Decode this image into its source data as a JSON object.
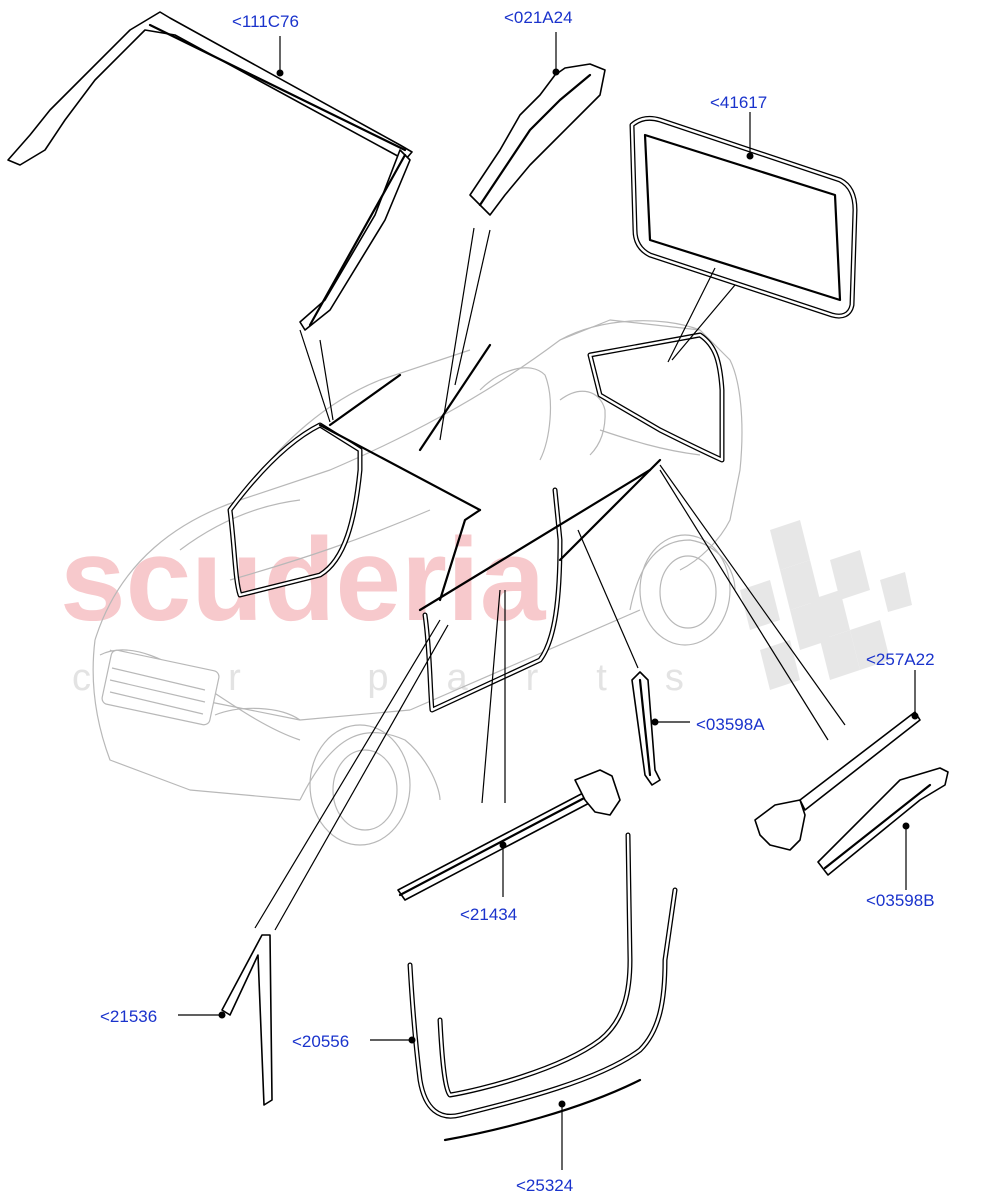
{
  "watermark": {
    "brand": "scuderia",
    "tagline": "car parts"
  },
  "callouts": [
    {
      "id": "111C76",
      "text": "<111C76"
    },
    {
      "id": "021A24",
      "text": "<021A24"
    },
    {
      "id": "41617",
      "text": "<41617"
    },
    {
      "id": "257A22",
      "text": "<257A22"
    },
    {
      "id": "03598A",
      "text": "<03598A"
    },
    {
      "id": "03598B",
      "text": "<03598B"
    },
    {
      "id": "21434",
      "text": "<21434"
    },
    {
      "id": "21536",
      "text": "<21536"
    },
    {
      "id": "20556",
      "text": "<20556"
    },
    {
      "id": "25324",
      "text": "<25324"
    }
  ],
  "colors": {
    "label": "#1a33cc",
    "watermark_brand": "#f7c9cc",
    "watermark_tagline": "#e3e3e3",
    "car_outline": "#b8b8b8"
  }
}
